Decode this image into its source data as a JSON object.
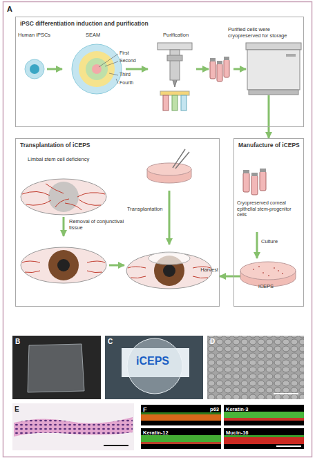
{
  "diagram": {
    "nodes": [
      {
        "text": [
          "iPSC differentiation induction and purification"
        ]
      },
      {
        "text": [
          "Transplantation of iCEPS"
        ]
      },
      {
        "text": [
          "Manufacture of iCEPS"
        ]
      },
      {
        "text": [
          "p63"
        ]
      },
      {
        "text": [
          "Keratin-3"
        ]
      },
      {
        "text": [
          "Keratin-12"
        ]
      },
      {
        "text": [
          "Mucin-16"
        ]
      }
    ],
    "edges": [
      {
        "from": 0,
        "to": 2,
        "arrow": "to"
      },
      {
        "from": 2,
        "to": 1,
        "label": "Harvest",
        "arrow": "to"
      }
    ],
    "labels": [
      "A",
      "Human iPSCs",
      "SEAM",
      "First",
      "Second",
      "Third",
      "Fourth",
      "Purification",
      "Purified cells were cryopreserved for storage",
      "Cryopreserved corneal epithelial stem-progenitor cells",
      "Culture",
      "iCEPS",
      "Limbal stem cell deficiency",
      "Removal of conjunctival tissue",
      "Transplantation",
      "B",
      "C",
      "iCEPS",
      "D",
      "E",
      "F"
    ]
  }
}
